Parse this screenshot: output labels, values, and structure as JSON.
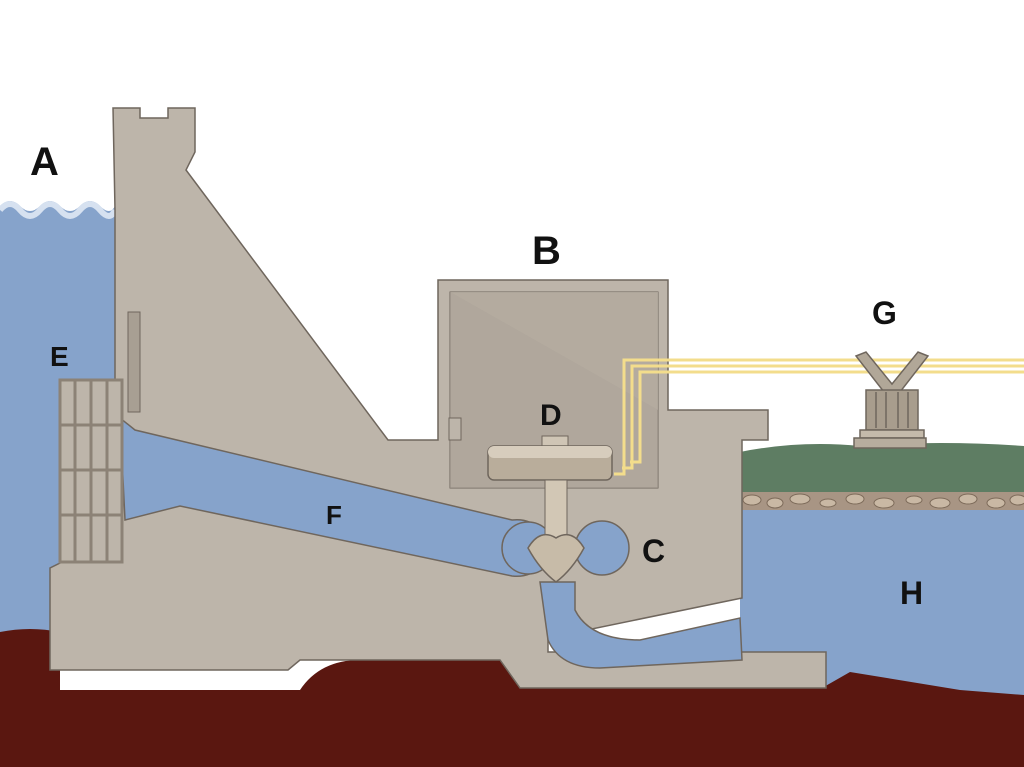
{
  "labels": {
    "a": "A",
    "b": "B",
    "c": "C",
    "d": "D",
    "e": "E",
    "f": "F",
    "g": "G",
    "h": "H"
  },
  "colors": {
    "reservoir_water": "#86a3cb",
    "wave_crest": "#c8d6ea",
    "concrete": "#bdb5aa",
    "concrete_edge": "#6f665d",
    "powerhouse_interior": "#a39a8e",
    "riverbed": "#5a1710",
    "grass": "#5e7d63",
    "transmission_line": "#f3dd8c",
    "generator": "#b9ad9b"
  }
}
